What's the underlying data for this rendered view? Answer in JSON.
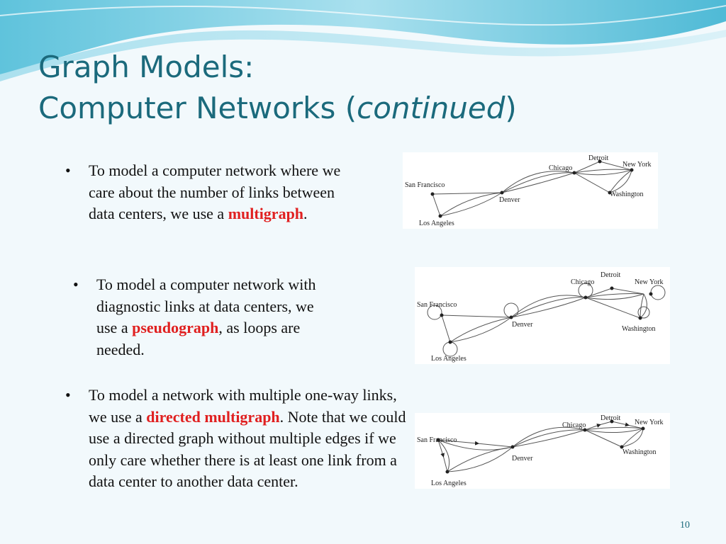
{
  "title": {
    "line1": "Graph Models:",
    "line2_prefix": "Computer Networks (",
    "line2_italic": "continued",
    "line2_suffix": ")"
  },
  "bullets": [
    {
      "marker": "•",
      "pre": "To model  a computer network where we care about the number of links between data centers, we use a ",
      "highlight": "multigraph",
      "post": "."
    },
    {
      "marker": "•",
      "pre": "To model a computer network with diagnostic links at data centers, we use a ",
      "highlight": "pseudograph",
      "post": ", as loops are needed."
    },
    {
      "marker": "•",
      "pre": "To model a network with multiple one-way links, we use a ",
      "highlight": "directed multigraph",
      "post": ".   Note that we could use a directed graph without multiple edges if we only care whether there is at least one link from a data center to another data center."
    }
  ],
  "graph_labels": {
    "san_francisco": "San Francisco",
    "los_angeles": "Los Angeles",
    "denver": "Denver",
    "chicago": "Chicago",
    "detroit": "Detroit",
    "new_york": "New York",
    "washington": "Washington"
  },
  "colors": {
    "title": "#1b6a7c",
    "highlight": "#e02020"
  },
  "page_number": "10"
}
